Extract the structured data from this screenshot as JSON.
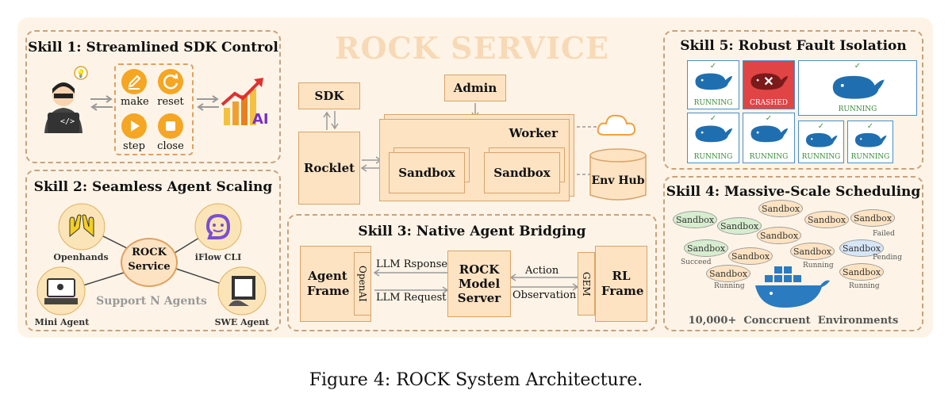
{
  "caption": "Figure 4: ROCK System Architecture.",
  "center_title": "ROCK SERVICE",
  "skill1": {
    "title": "Skill 1: Streamlined SDK Control",
    "actions": [
      "make",
      "reset",
      "step",
      "close"
    ],
    "code_glyph": "</>",
    "ai_badge": "AI"
  },
  "skill2": {
    "title": "Skill 2: Seamless Agent Scaling",
    "center": "ROCK Service",
    "agents": [
      "Openhands",
      "iFlow CLI",
      "Mini Agent",
      "SWE Agent"
    ],
    "support": "Support N Agents"
  },
  "service": {
    "sdk": "SDK",
    "admin": "Admin",
    "rocklet": "Rocklet",
    "worker": "Worker",
    "sandbox1": "Sandbox",
    "sandbox2": "Sandbox",
    "env_hub": "Env Hub"
  },
  "skill3": {
    "title": "Skill 3: Native Agent Bridging",
    "agent_frame": "Agent Frame",
    "openai": "OpenAI",
    "llm_response": "LLM Rsponse",
    "llm_request": "LLM Request",
    "model_server": "ROCK Model Server",
    "action": "Action",
    "observation": "Observation",
    "gem": "GEM",
    "rl_frame": "RL Frame"
  },
  "skill5": {
    "title": "Skill 5: Robust Fault Isolation",
    "running": "RUNNING",
    "crashed": "CRASHED"
  },
  "skill4": {
    "title": "Skill 4: Massive-Scale Scheduling",
    "sandbox": "Sandbox",
    "statuses": [
      "Succeed",
      "Running",
      "Failed",
      "Pending",
      "Running",
      "Running"
    ],
    "footer": "10,000+  Conccruent  Environments"
  },
  "colors": {
    "accent": "#f5a623",
    "panel_border": "#c9a27a",
    "box_fill": "#fde3c2",
    "whale": "#1f6fb0",
    "crash": "#d23a3a"
  }
}
